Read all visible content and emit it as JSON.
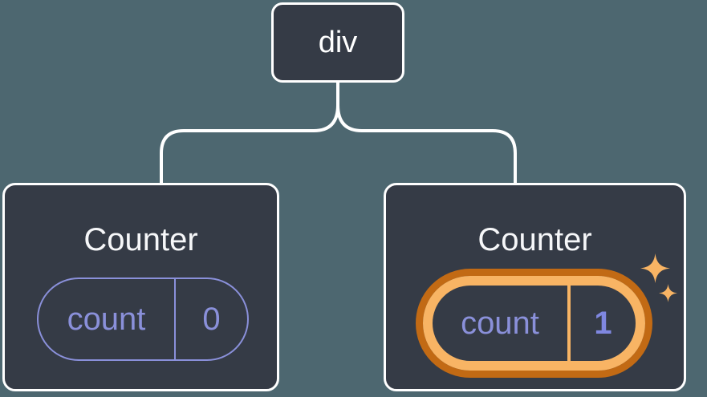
{
  "diagram": {
    "description": "Component tree: div root with two Counter children; second Counter state updated",
    "root": {
      "label": "div"
    },
    "children": [
      {
        "title": "Counter",
        "highlighted": false,
        "state": {
          "name": "count",
          "value": "0"
        }
      },
      {
        "title": "Counter",
        "highlighted": true,
        "state": {
          "name": "count",
          "value": "1"
        }
      }
    ],
    "icons": [
      "sparkle-icon",
      "sparkle-icon"
    ],
    "colors": {
      "background": "#4d6770",
      "node_fill": "#353b46",
      "node_border": "#ffffff",
      "connector": "#ffffff",
      "state_purple": "#8a90da",
      "state_value_purple": "#7f87e0",
      "highlight_orange_dark": "#c26a14",
      "highlight_orange_light": "#f8b464",
      "sparkle_orange": "#f8b464"
    }
  }
}
